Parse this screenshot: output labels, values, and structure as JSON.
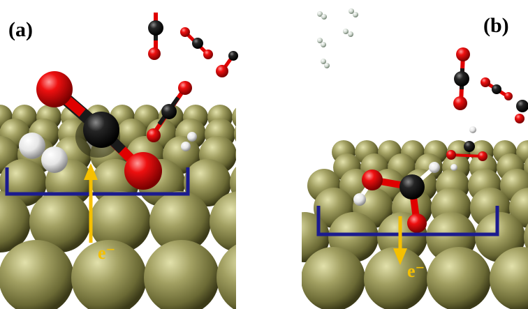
{
  "panels": [
    {
      "label": "(a)",
      "electron_label": "e⁻"
    },
    {
      "label": "(b)",
      "electron_label": "e⁻"
    }
  ],
  "colors": {
    "surface": "#8d8c4e",
    "surface_light": "#d6d59c",
    "surface_dark": "#3d3c1a",
    "carbon": "#1a1a1a",
    "oxygen": "#e00000",
    "hydrogen": "#f2f2f2",
    "bracket": "#1b1b8f",
    "arrow": "#f5c000"
  }
}
